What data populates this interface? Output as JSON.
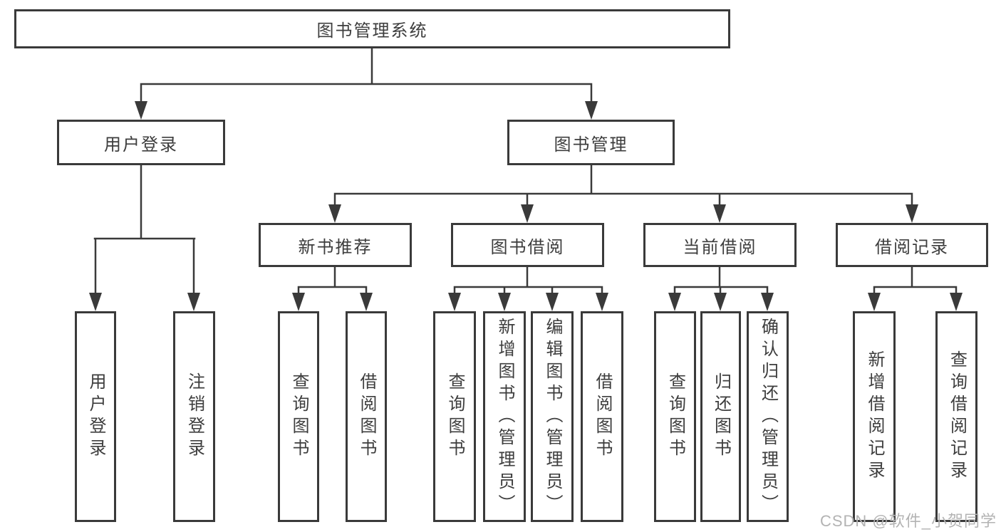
{
  "diagram": {
    "root": {
      "label": "图书管理系统"
    },
    "level2": [
      {
        "label": "用户登录"
      },
      {
        "label": "图书管理"
      }
    ],
    "level3": [
      {
        "label": "新书推荐"
      },
      {
        "label": "图书借阅"
      },
      {
        "label": "当前借阅"
      },
      {
        "label": "借阅记录"
      }
    ],
    "leaves": {
      "user_login": [
        {
          "label": "用户登录"
        },
        {
          "label": "注销登录"
        }
      ],
      "new_book": [
        {
          "label": "查询图书"
        },
        {
          "label": "借阅图书"
        }
      ],
      "book_borrow": [
        {
          "label": "查询图书"
        },
        {
          "label": "新增图书（管理员）"
        },
        {
          "label": "编辑图书（管理员）"
        },
        {
          "label": "借阅图书"
        }
      ],
      "current_borrow": [
        {
          "label": "查询图书"
        },
        {
          "label": "归还图书"
        },
        {
          "label": "确认归还（管理员）"
        }
      ],
      "borrow_records": [
        {
          "label": "新增借阅记录"
        },
        {
          "label": "查询借阅记录"
        }
      ]
    }
  },
  "watermark": {
    "text": "CSDN @软件_小贺同学"
  },
  "colors": {
    "line": "#3a3a3a",
    "text": "#3d3d3d",
    "background": "#ffffff",
    "watermark": "#b3b3b3"
  }
}
